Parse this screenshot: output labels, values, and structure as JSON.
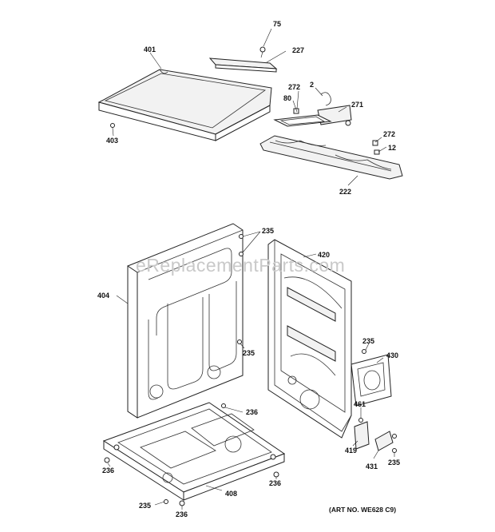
{
  "watermark": "eReplacementParts.com",
  "art_number": "(ART NO. WE628 C9)",
  "callouts": {
    "c75": "75",
    "c401": "401",
    "c227": "227",
    "c272a": "272",
    "c2": "2",
    "c80": "80",
    "c271": "271",
    "c403": "403",
    "c272b": "272",
    "c12": "12",
    "c222": "222",
    "c235a": "235",
    "c420": "420",
    "c404": "404",
    "c235b": "235",
    "c235c": "235",
    "c430": "430",
    "c236a": "236",
    "c461": "461",
    "c419": "419",
    "c431": "431",
    "c235d": "235",
    "c236b": "236",
    "c236c": "236",
    "c408": "408",
    "c235e": "235",
    "c236d": "236"
  }
}
